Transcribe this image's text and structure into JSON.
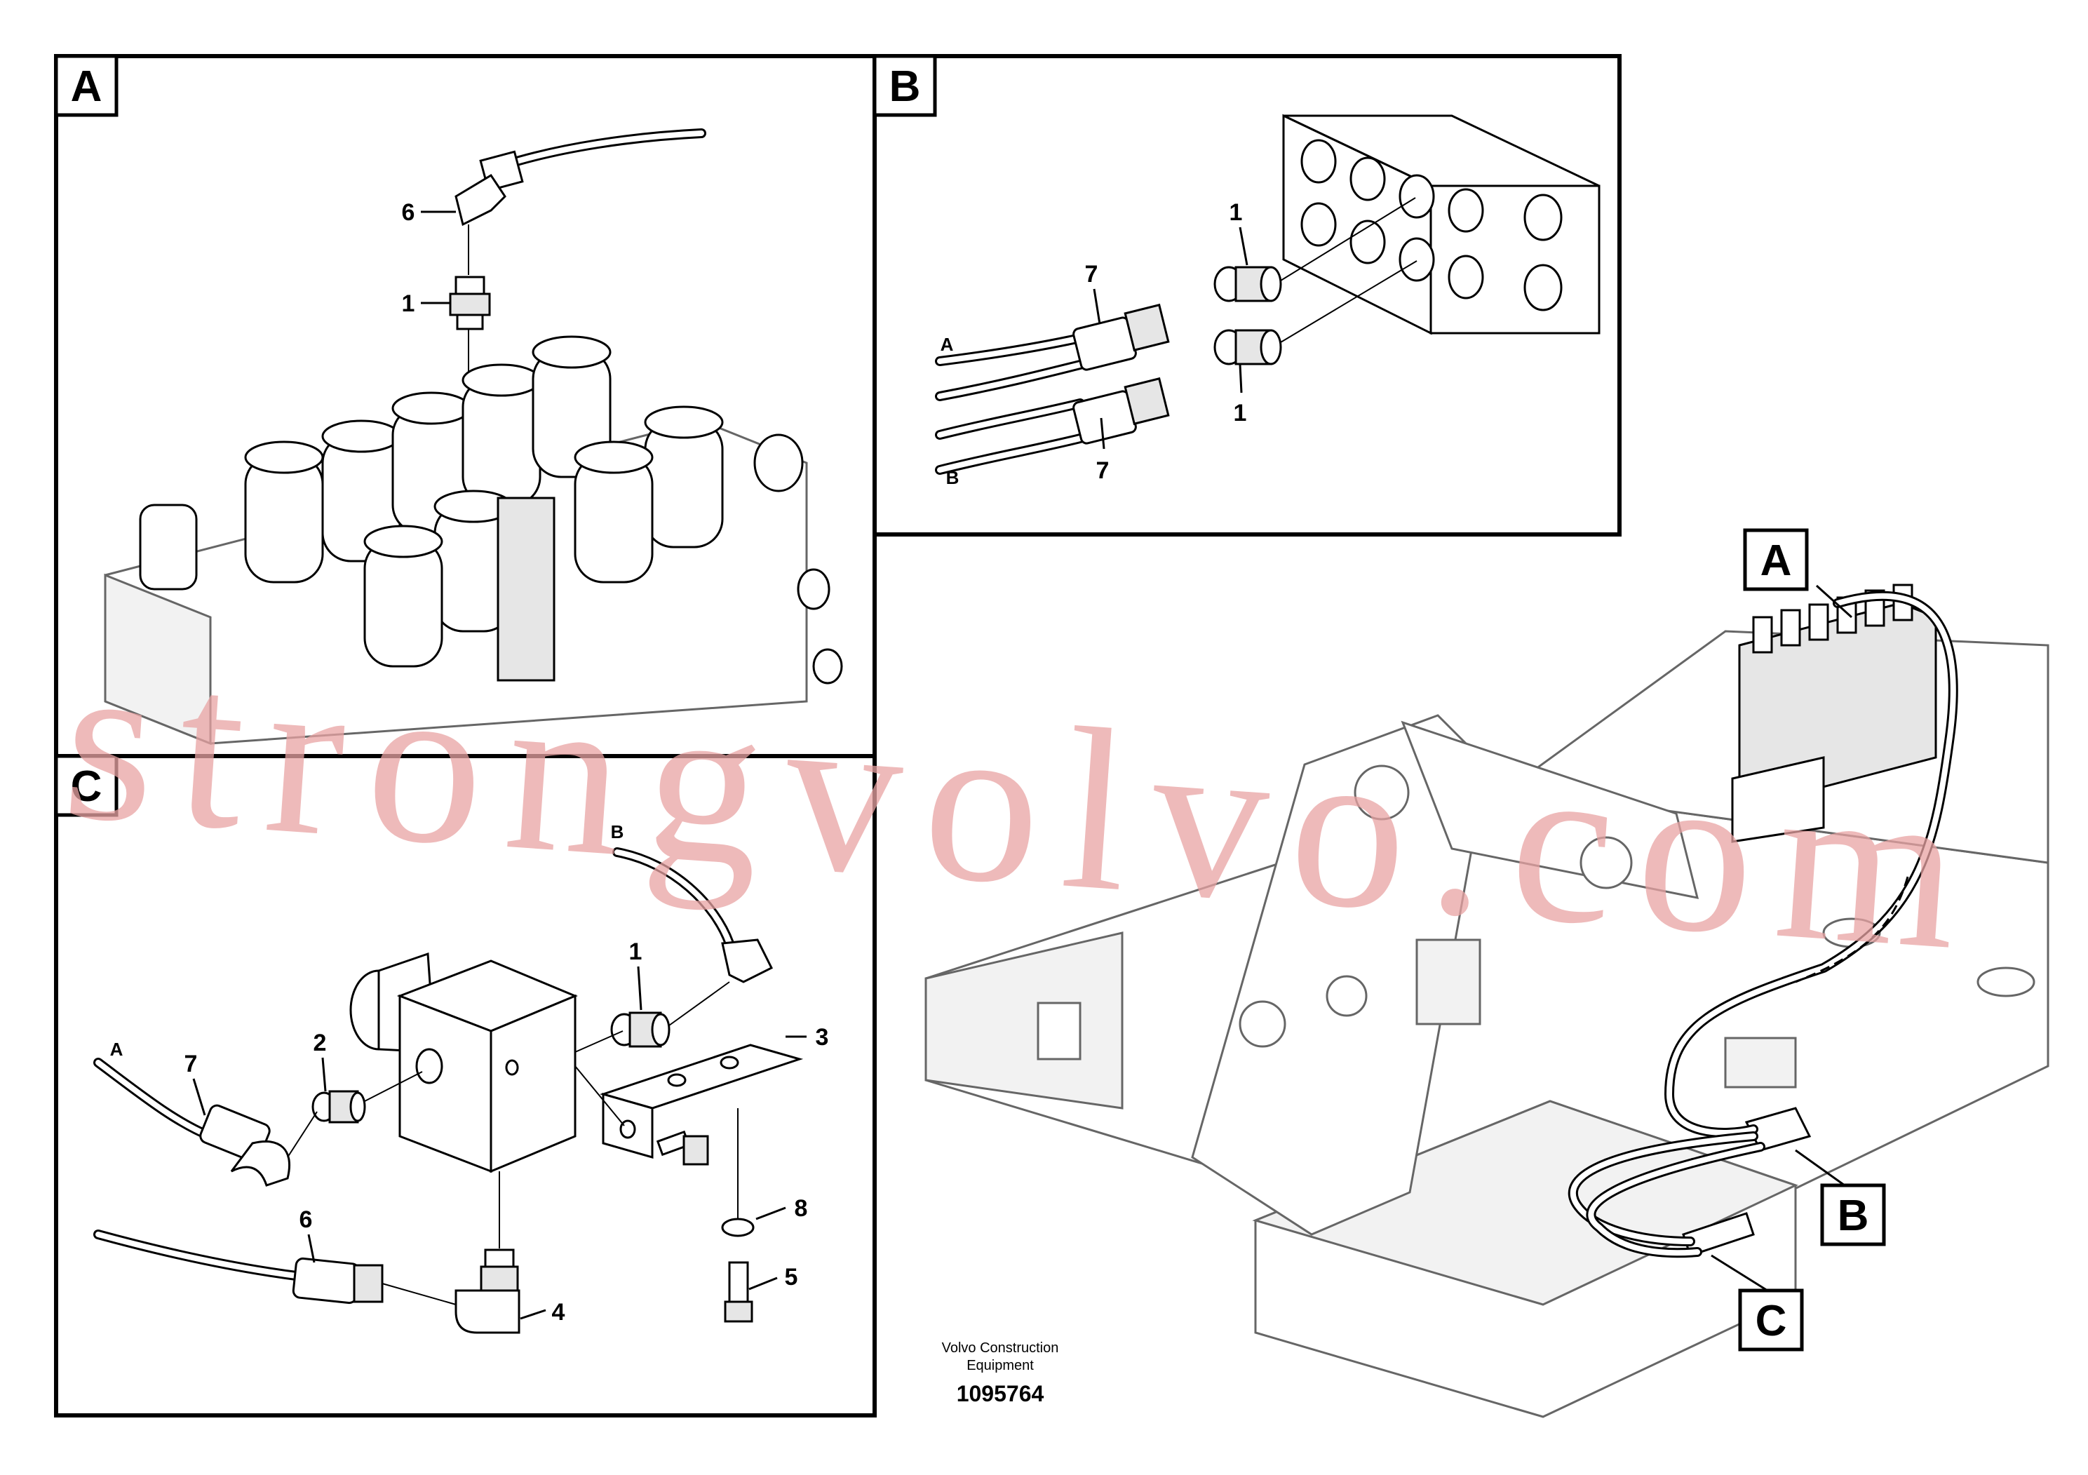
{
  "panels": {
    "a": {
      "tag": "A",
      "callouts": [
        "6",
        "1"
      ]
    },
    "b": {
      "tag": "B",
      "callouts": [
        "1",
        "7",
        "7",
        "1"
      ],
      "hose_labels": [
        "A",
        "B"
      ]
    },
    "c": {
      "tag": "C",
      "callouts": [
        "1",
        "2",
        "3",
        "7",
        "6",
        "8",
        "5",
        "4"
      ],
      "hose_labels": [
        "A",
        "B"
      ]
    }
  },
  "overview": {
    "tags": [
      "A",
      "B",
      "C"
    ]
  },
  "footer": {
    "brand_line1": "Volvo Construction",
    "brand_line2": "Equipment",
    "drawing_number": "1095764"
  },
  "watermark": "strongvolvo.com"
}
